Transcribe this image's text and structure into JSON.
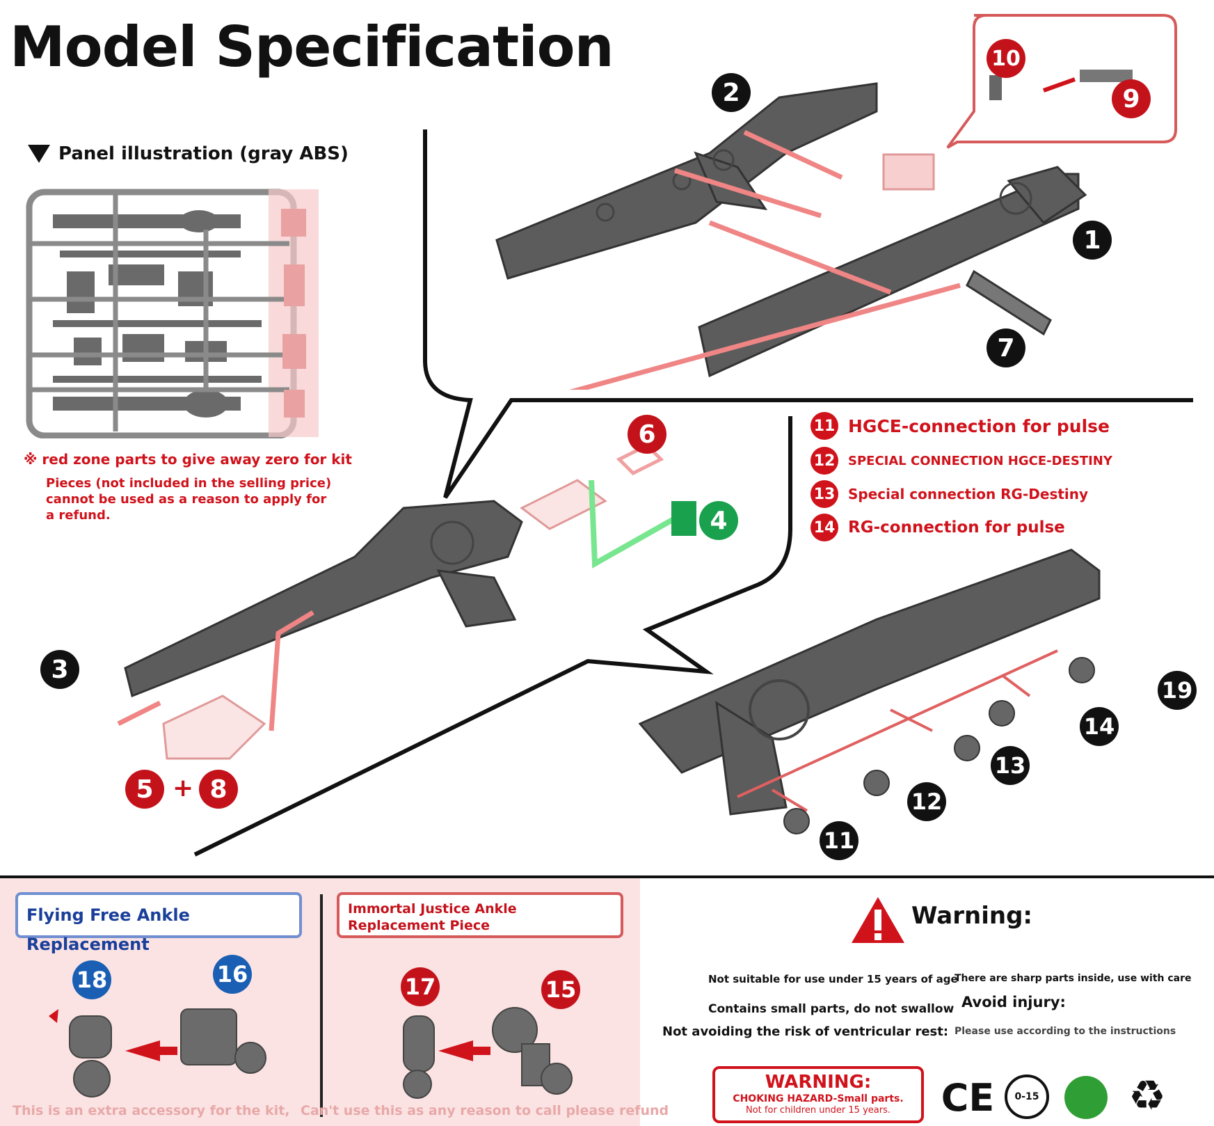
{
  "title": "Model Specification",
  "panel_label": "Panel illustration (gray ABS)",
  "red_zone": {
    "line1": "※ red zone parts to give away zero for kit",
    "line2": "Pieces (not included in the selling price) cannot be used as a reason to apply for a refund."
  },
  "callouts": [
    "2",
    "10",
    "9",
    "1",
    "7",
    "6",
    "4",
    "3",
    "5",
    "+",
    "8",
    "19",
    "14",
    "13",
    "12",
    "11"
  ],
  "connections": [
    {
      "num": "11",
      "text": "HGCE-connection for pulse"
    },
    {
      "num": "12",
      "text": "SPECIAL CONNECTION HGCE-DESTINY"
    },
    {
      "num": "13",
      "text": "Special connection RG-Destiny"
    },
    {
      "num": "14",
      "text": "RG-connection for pulse"
    }
  ],
  "ankle_left": {
    "title": "Flying Free Ankle Replacement",
    "nums": [
      "18",
      "16"
    ],
    "footer": "This is an extra accessory for the kit,"
  },
  "ankle_right": {
    "title": "Immortal Justice Ankle Replacement Piece",
    "nums": [
      "17",
      "15"
    ],
    "footer": "Can't use this as any reason to call please refund"
  },
  "warning": {
    "heading": "Warning:",
    "items": [
      "Not suitable for use under 15 years of age",
      "There are sharp parts inside, use with care",
      "Contains small parts, do not swallow",
      "Avoid injury:",
      "Not avoiding the risk of ventricular rest:",
      "Please use according to the instructions"
    ],
    "choking": {
      "title": "WARNING:",
      "line1": "CHOKING HAZARD-Small parts.",
      "line2": "Not for children under 15 years."
    },
    "symbols": [
      "CE",
      "0-15"
    ]
  },
  "colors": {
    "accent_red": "#d0121b",
    "part_gray": "#5c5c5c",
    "green": "#1aa14e",
    "blue": "#1a5fb4",
    "pink_bg": "#fbe3e3"
  }
}
